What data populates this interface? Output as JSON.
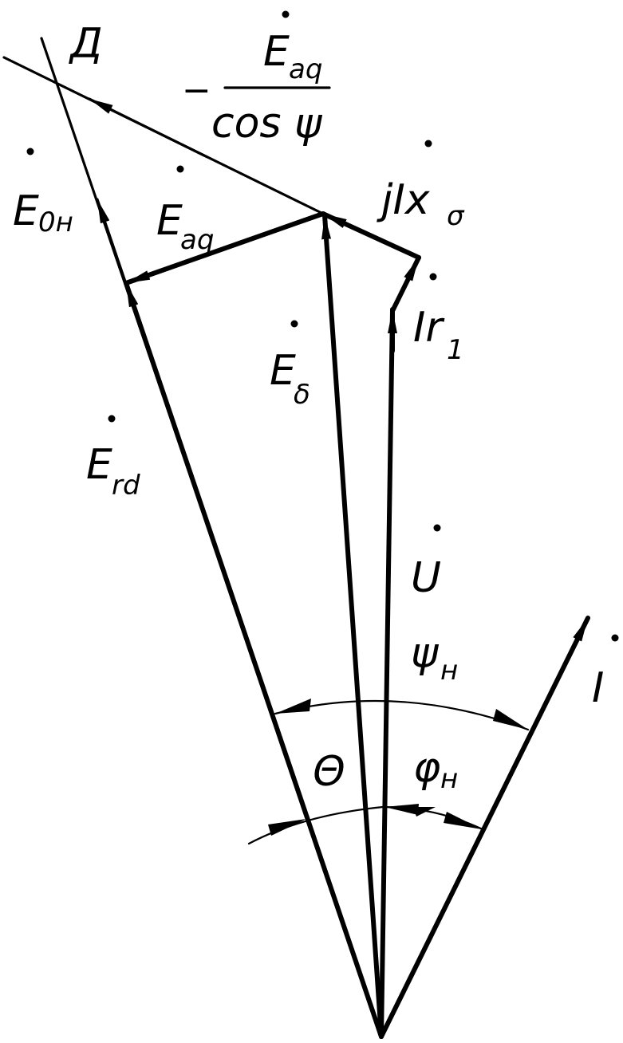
{
  "labels": {
    "d_axis": "Д",
    "e_aq_cos": {
      "minus": "−",
      "numerator_main": "E",
      "numerator_sub": "aq",
      "denominator": "cos ψ"
    },
    "j_i_x": {
      "main": "jIx",
      "sub": "σ"
    },
    "e_0n": {
      "main": "E",
      "sub": "0н"
    },
    "e_aq": {
      "main": "E",
      "sub": "aq"
    },
    "i_r1": {
      "main": "Ir",
      "sub": "1"
    },
    "e_delta": {
      "main": "E",
      "sub": "δ"
    },
    "e_rd": {
      "main": "E",
      "sub": "rd"
    },
    "u": "U",
    "psi_n": {
      "main": "ψ",
      "sub": "н"
    },
    "i_vec": "I",
    "theta": "Θ",
    "phi_n": {
      "main": "φ",
      "sub": "н"
    }
  },
  "colors": {
    "stroke": "#000000",
    "background": "#ffffff"
  }
}
